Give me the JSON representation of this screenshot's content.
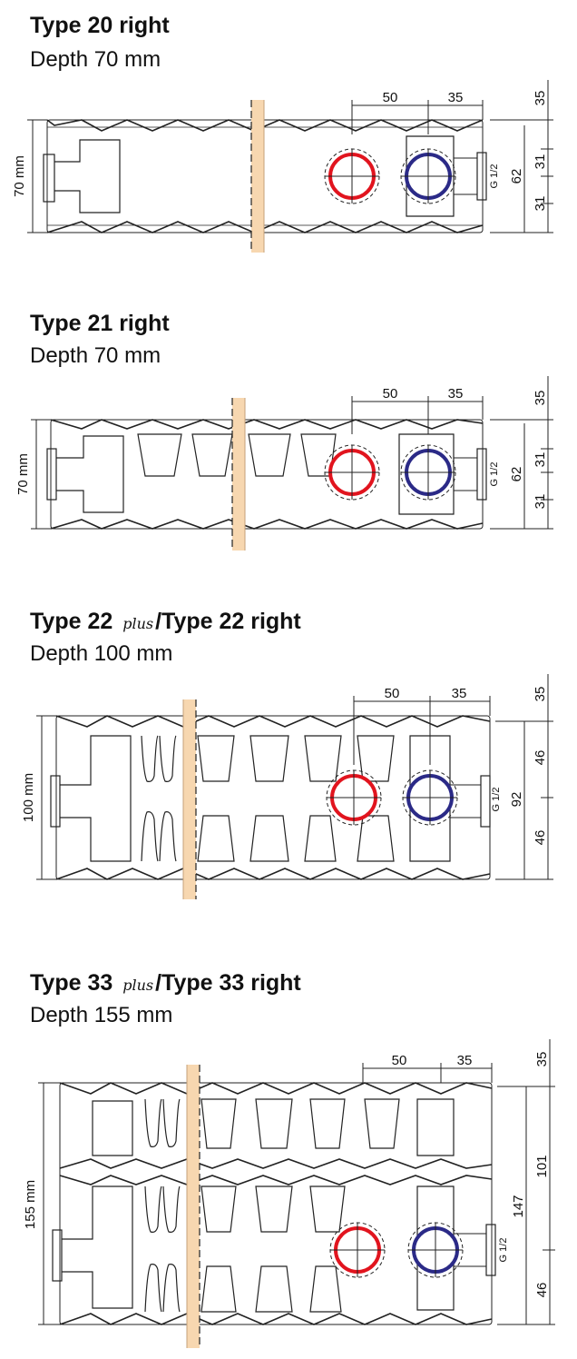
{
  "colors": {
    "flow": "#e1141e",
    "return": "#2b2a87",
    "wall": "#f7d7b0",
    "line": "#222222"
  },
  "diagrams": [
    {
      "title_a": "Type 20 right",
      "title_plus": "",
      "title_b": "",
      "subtitle": "Depth 70 mm",
      "dim_total": "70 mm",
      "dim_50": "50",
      "dim_35": "35",
      "dim_top": "35",
      "dim_side": "62",
      "dim_upper": "31",
      "dim_lower": "31",
      "thread": "G 1/2"
    },
    {
      "title_a": "Type 21 right",
      "title_plus": "",
      "title_b": "",
      "subtitle": "Depth 70 mm",
      "dim_total": "70 mm",
      "dim_50": "50",
      "dim_35": "35",
      "dim_top": "35",
      "dim_side": "62",
      "dim_upper": "31",
      "dim_lower": "31",
      "thread": "G 1/2"
    },
    {
      "title_a": "Type 22 ",
      "title_plus": "plus",
      "title_b": "/Type 22 right",
      "subtitle": "Depth 100 mm",
      "dim_total": "100 mm",
      "dim_50": "50",
      "dim_35": "35",
      "dim_top": "35",
      "dim_side": "92",
      "dim_upper": "46",
      "dim_lower": "46",
      "thread": "G 1/2"
    },
    {
      "title_a": "Type 33 ",
      "title_plus": "plus",
      "title_b": "/Type 33 right",
      "subtitle": "Depth 155 mm",
      "dim_total": "155 mm",
      "dim_50": "50",
      "dim_35": "35",
      "dim_top": "35",
      "dim_side": "147",
      "dim_upper": "101",
      "dim_lower": "46",
      "thread": "G 1/2"
    }
  ]
}
